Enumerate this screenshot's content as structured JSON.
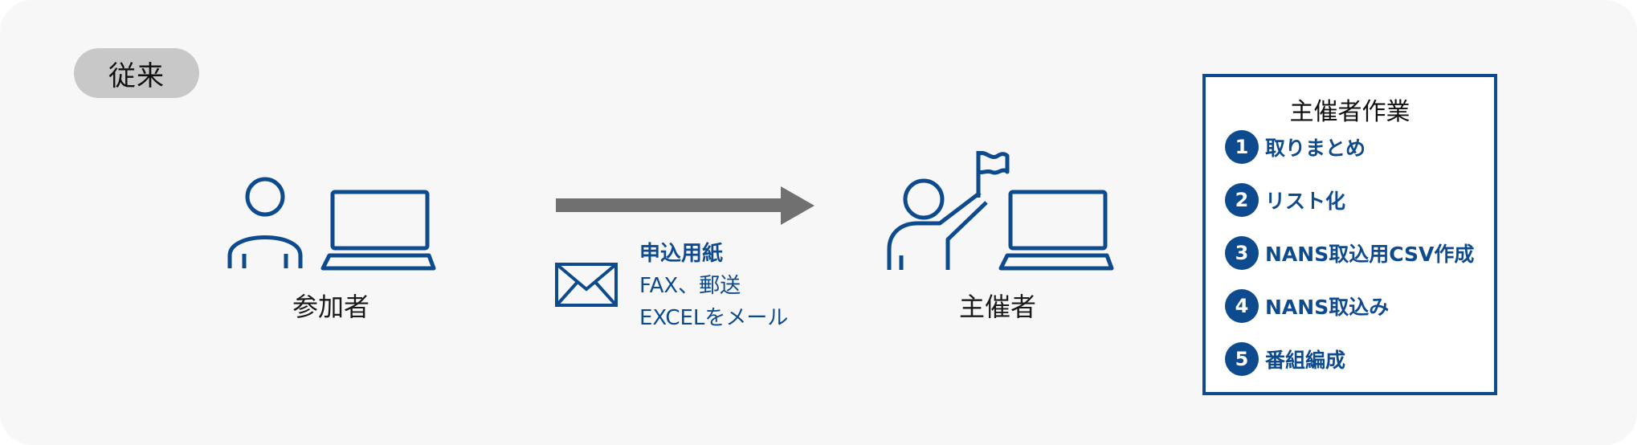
{
  "badge": "従来",
  "participant": {
    "label": "参加者",
    "icons": [
      "person-icon",
      "laptop-icon"
    ]
  },
  "flow": {
    "arrow": "arrow-right-icon",
    "envelope": "envelope-icon",
    "methods": [
      "申込用紙",
      "FAX、郵送",
      "EXCELをメール"
    ]
  },
  "organizer": {
    "label": "主催者",
    "icons": [
      "person-with-flag-icon",
      "laptop-icon"
    ]
  },
  "tasks": {
    "title": "主催者作業",
    "items": [
      {
        "number": "1",
        "label": "取りまとめ"
      },
      {
        "number": "2",
        "label": "リスト化"
      },
      {
        "number": "3",
        "label": "NANS取込用CSV作成"
      },
      {
        "number": "4",
        "label": "NANS取込み"
      },
      {
        "number": "5",
        "label": "番組編成"
      }
    ]
  },
  "colors": {
    "accent": "#0e4a8e",
    "arrow": "#707070",
    "badge": "#c8c8c8",
    "panel": "#f7f7f7"
  }
}
